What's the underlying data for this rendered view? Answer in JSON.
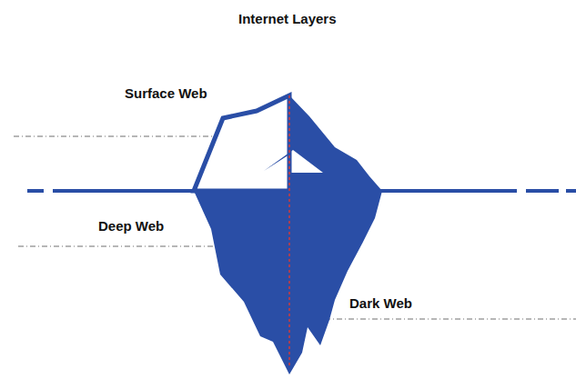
{
  "diagram": {
    "title": "Internet Layers",
    "labels": [
      "Surface Web",
      "Deep Web",
      "Dark Web"
    ]
  }
}
